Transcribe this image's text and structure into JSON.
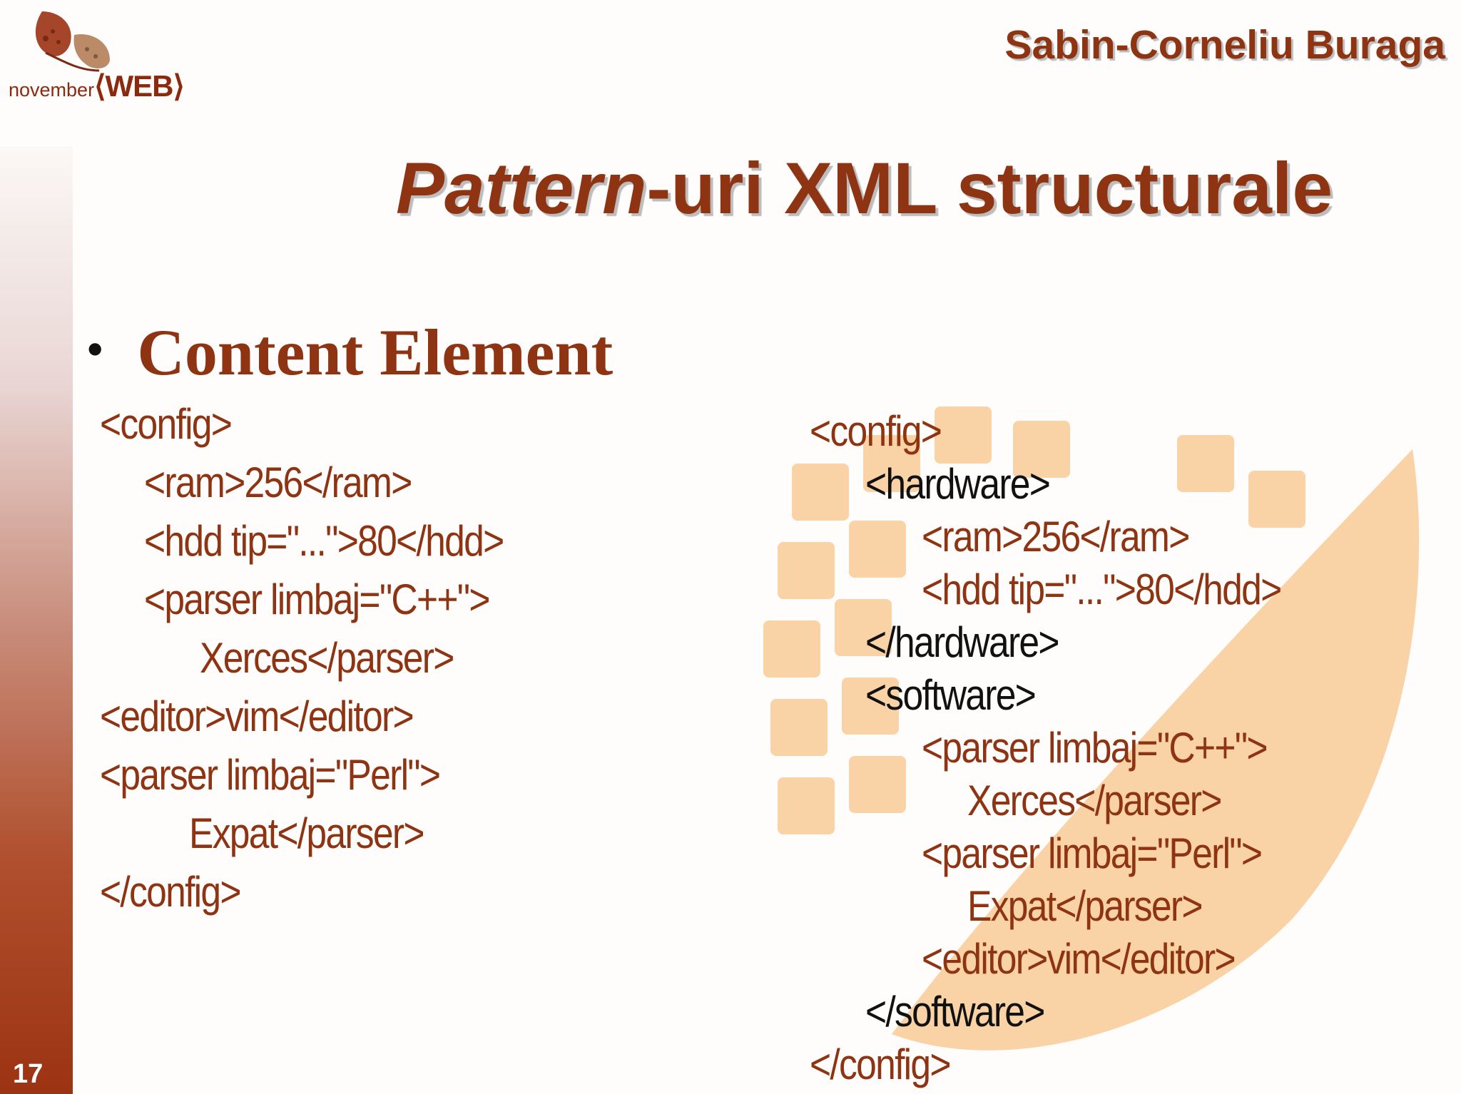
{
  "header": {
    "logo_text_a": "november",
    "logo_text_b": "⟨WEB⟩",
    "author": "Sabin-Corneliu Buraga"
  },
  "slide": {
    "title_italic": "Pattern",
    "title_rest": "-uri XML structurale",
    "number": "17",
    "bullet_text": "Content Element"
  },
  "code_left": [
    "<config>",
    "<ram>256</ram>",
    "<hdd tip=\"...\">80</hdd>",
    "<parser limbaj=\"C++\">",
    "Xerces</parser>",
    "<editor>vim</editor>",
    "<parser limbaj=\"Perl\">",
    "Expat</parser>",
    "</config>"
  ],
  "code_right": [
    "<config>",
    "<hardware>",
    "<ram>256</ram>",
    "<hdd tip=\"...\">80</hdd>",
    "</hardware>",
    "<software>",
    "<parser limbaj=\"C++\">",
    "Xerces</parser>",
    "<parser limbaj=\"Perl\">",
    "Expat</parser>",
    "<editor>vim</editor>",
    "</software>",
    "</config>"
  ],
  "colors": {
    "accent": "#8e3412",
    "dark_text": "#111111",
    "watermark": "#f9d3a5"
  }
}
